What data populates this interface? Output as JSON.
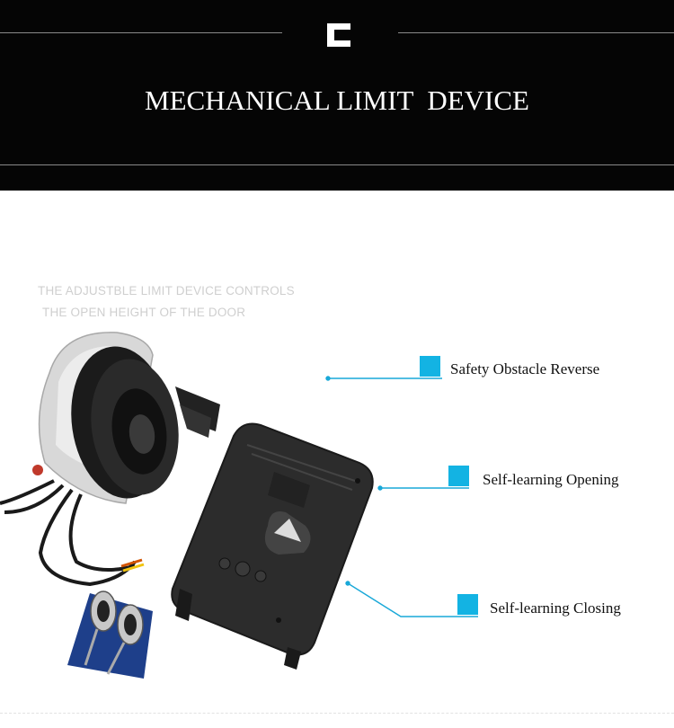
{
  "header": {
    "title": "MECHANICAL LIMIT  DEVICE"
  },
  "caption": {
    "line1": "THE ADJUSTBLE LIMIT DEVICE CONTROLS",
    "line2": "THE OPEN HEIGHT OF THE DOOR"
  },
  "features": [
    {
      "label": "Safety Obstacle Reverse"
    },
    {
      "label": "Self-learning Opening"
    },
    {
      "label": "Self-learning Closing"
    }
  ],
  "colors": {
    "header_bg": "#050505",
    "accent": "#13b3e3",
    "leader": "#19a8d8",
    "caption": "#cfcfcf"
  },
  "icons": {
    "logo": "c-bracket-logo-icon"
  }
}
